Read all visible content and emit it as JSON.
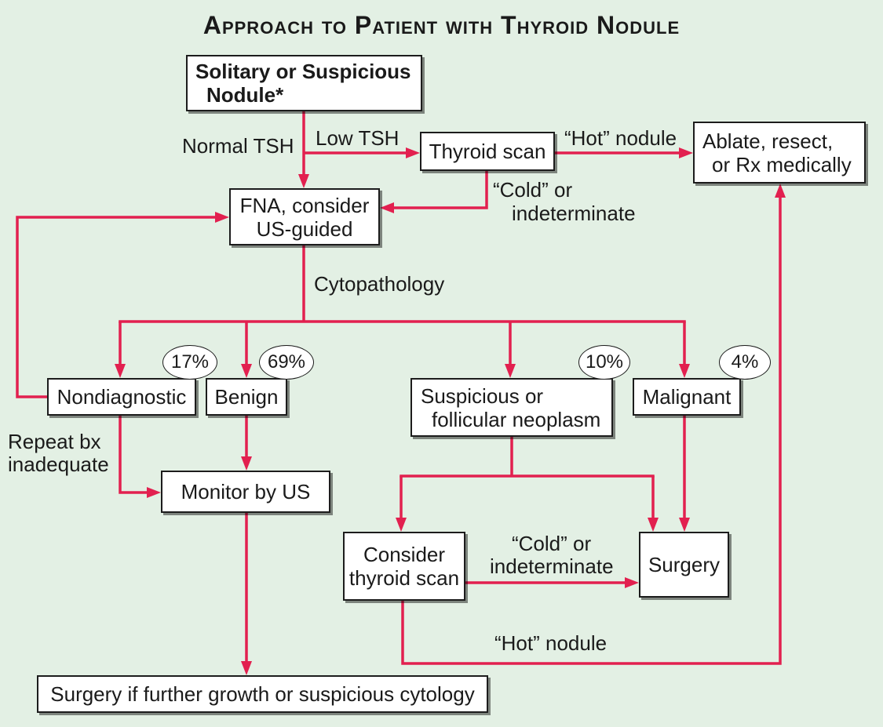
{
  "title": "Approach to Patient with Thyroid Nodule",
  "nodes": {
    "solitary_nodule": {
      "lines": [
        "Solitary or Suspicious",
        "Nodule*"
      ]
    },
    "thyroid_scan": {
      "lines": [
        "Thyroid scan"
      ]
    },
    "ablate": {
      "lines": [
        "Ablate, resect,",
        "or Rx medically"
      ]
    },
    "fna": {
      "lines": [
        "FNA, consider",
        "US-guided"
      ]
    },
    "nondiagnostic": {
      "lines": [
        "Nondiagnostic"
      ],
      "percent": "17%"
    },
    "benign": {
      "lines": [
        "Benign"
      ],
      "percent": "69%"
    },
    "suspicious": {
      "lines": [
        "Suspicious or",
        "follicular neoplasm"
      ],
      "percent": "10%"
    },
    "malignant": {
      "lines": [
        "Malignant"
      ],
      "percent": "4%"
    },
    "monitor": {
      "lines": [
        "Monitor by US"
      ]
    },
    "consider_scan": {
      "lines": [
        "Consider",
        "thyroid scan"
      ]
    },
    "surgery": {
      "lines": [
        "Surgery"
      ]
    },
    "surgery_if": {
      "lines": [
        "Surgery if further growth or suspicious cytology"
      ]
    }
  },
  "edge_labels": {
    "normal_tsh": "Normal TSH",
    "low_tsh": "Low TSH",
    "hot_nodule_top": "“Hot” nodule",
    "cold_top_1": "“Cold” or",
    "cold_top_2": "indeterminate",
    "cytopathology": "Cytopathology",
    "repeat_bx_1": "Repeat bx",
    "repeat_bx_2": "inadequate",
    "cold_bottom_1": "“Cold” or",
    "cold_bottom_2": "indeterminate",
    "hot_nodule_bottom": "“Hot” nodule"
  },
  "colors": {
    "background": "#e3f0e4",
    "connector": "#e2204f",
    "box_border": "#1c1c1c"
  }
}
